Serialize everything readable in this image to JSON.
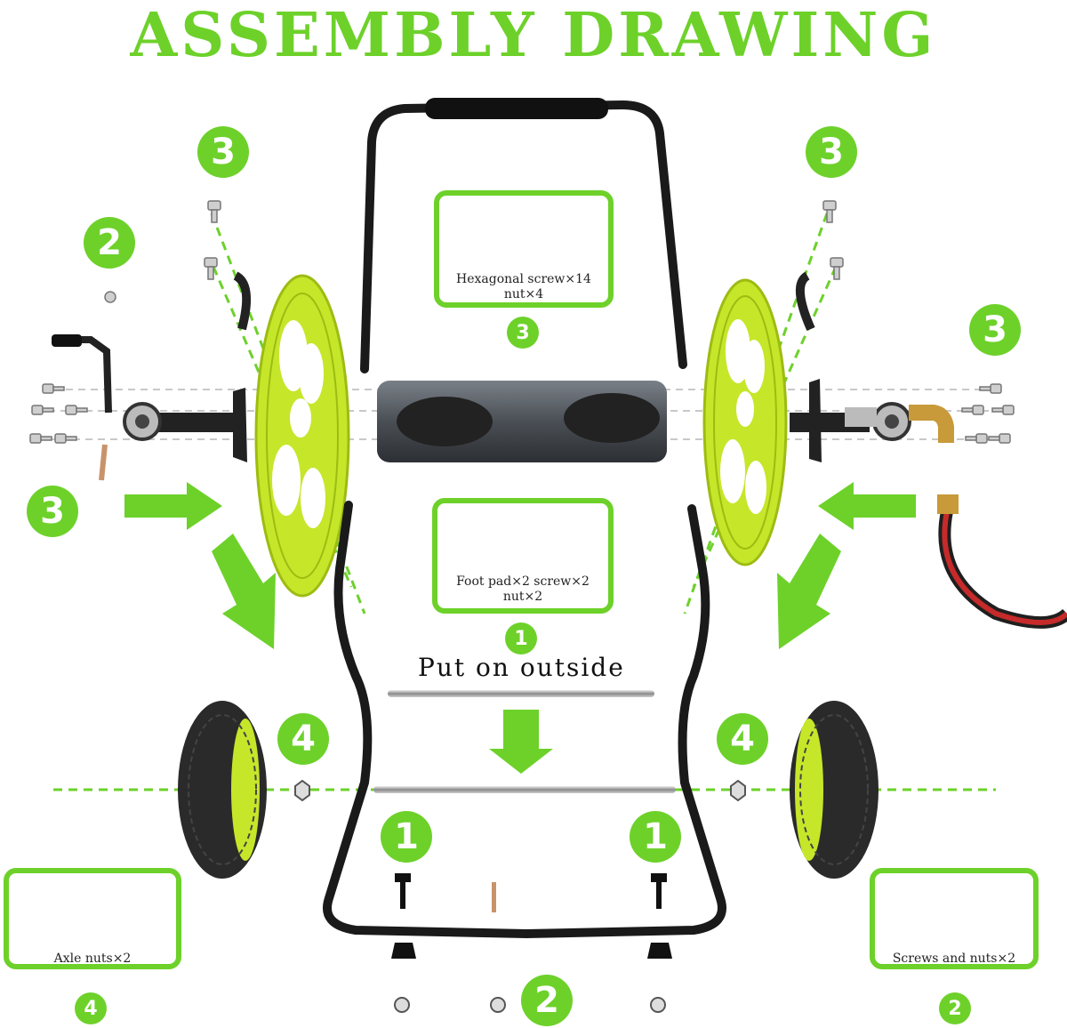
{
  "title": "ASSEMBLY DRAWING",
  "boxes": {
    "hex_screws": {
      "line1": "Hexagonal screw×14",
      "line2": "nut×4",
      "step": "3"
    },
    "foot_pads": {
      "line1": "Foot pad×2 screw×2",
      "line2": "nut×2",
      "step": "1"
    },
    "axle_nuts": {
      "line1": "Axle nuts×2",
      "step": "4"
    },
    "screws_nuts": {
      "line1": "Screws and nuts×2",
      "step": "2"
    }
  },
  "put_on_outside": "Put on outside",
  "steps": {
    "top_left": "3",
    "top_right": "3",
    "left_two": "2",
    "right_three": "3",
    "left_three": "3",
    "wheel_left": "4",
    "wheel_right": "4",
    "frame_left": "1",
    "frame_right": "1",
    "bottom_center": "2"
  },
  "colors": {
    "accent_green": "#6dd12a",
    "reel_yellow": "#c6e62a",
    "frame_black": "#1a1a1a",
    "drum_gray": "#555a60",
    "hose_red": "#c62a2a"
  }
}
